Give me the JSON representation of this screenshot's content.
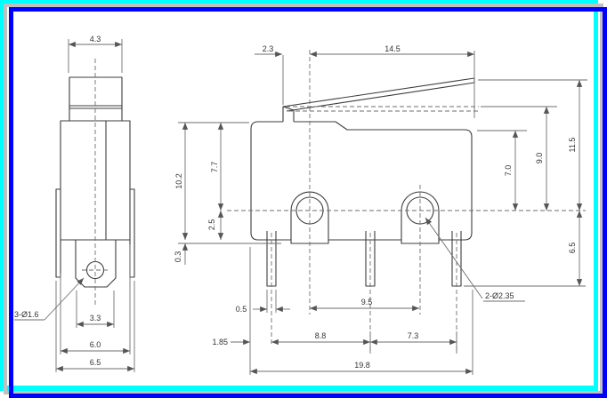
{
  "colors": {
    "frame-outer": "#00ffff",
    "frame-mid": "#c0c0c0",
    "frame-inner": "#0000ff",
    "paper": "#ffffff",
    "object-line": "#3d3d3d",
    "dim-line": "#6e6e6e",
    "dim-text": "#333333"
  },
  "left_view": {
    "dims": {
      "plunger_width": "4.3",
      "hole_callout": "3-Ø1.6",
      "tab_width": "3.3",
      "body_width": "6.0",
      "overall_width": "6.5"
    }
  },
  "right_view": {
    "dims": {
      "hinge_offset": "2.3",
      "lever_length": "14.5",
      "height_overall": "10.2",
      "top_to_axis": "7.7",
      "axis_to_base": "2.5",
      "boss_protrusion": "0.3",
      "terminal_thickness": "0.5",
      "edge_to_first_terminal": "1.85",
      "pitch_t1_t2": "8.8",
      "hole_pitch": "9.5",
      "pitch_t2_t3": "7.3",
      "length_overall": "19.8",
      "axis_to_top_right": "7.0",
      "axis_to_lever_free": "9.0",
      "axis_to_lever_tip": "11.5",
      "axis_to_terminal_tip": "6.5",
      "hole_callout": "2-Ø2.35"
    }
  }
}
